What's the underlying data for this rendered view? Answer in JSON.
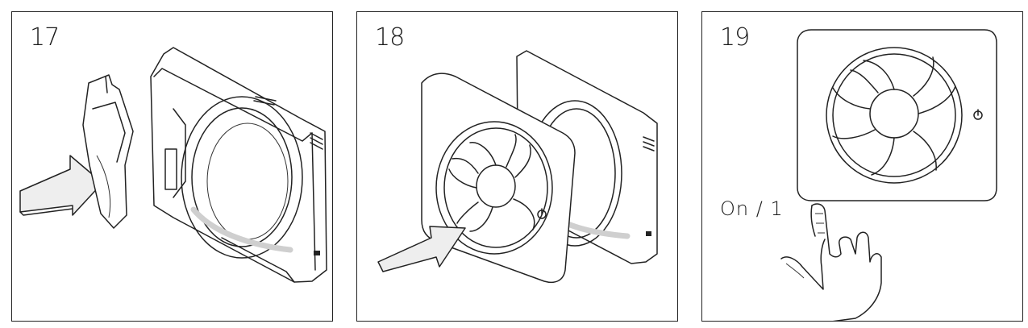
{
  "steps": [
    {
      "number": "17"
    },
    {
      "number": "18"
    },
    {
      "number": "19",
      "switch_label": "On / 1"
    }
  ],
  "icons": [
    "arrow-icon",
    "fan-housing",
    "fan-blade-icon",
    "power-symbol-icon",
    "hand-pointing-icon"
  ]
}
